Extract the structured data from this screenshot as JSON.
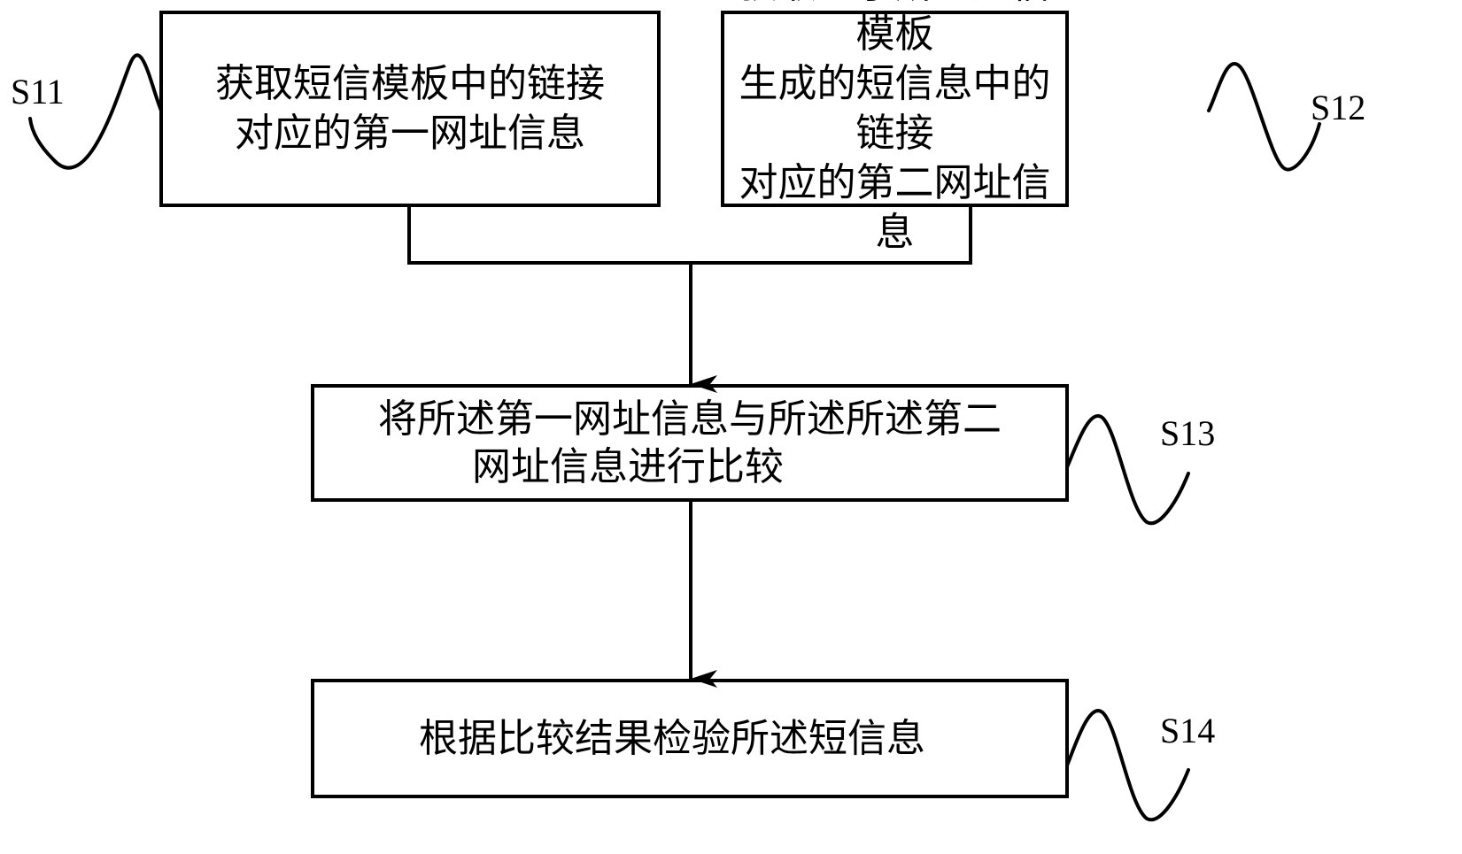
{
  "diagram": {
    "type": "flowchart",
    "steps": [
      {
        "id": "S11",
        "label": "S11",
        "lines": [
          "获取短信模板中的链接",
          "对应的第一网址信息"
        ]
      },
      {
        "id": "S12",
        "label": "S12",
        "lines": [
          "获取基于所述短信模板",
          "生成的短信息中的链接",
          "对应的第二网址信息"
        ]
      },
      {
        "id": "S13",
        "label": "S13",
        "lines": [
          "将所述第一网址信息与所述所述第二",
          "网址信息进行比较"
        ]
      },
      {
        "id": "S14",
        "label": "S14",
        "lines": [
          "根据比较结果检验所述短信息"
        ]
      }
    ],
    "edges": [
      {
        "from": "S11",
        "to": "S13"
      },
      {
        "from": "S12",
        "to": "S13"
      },
      {
        "from": "S13",
        "to": "S14"
      }
    ]
  }
}
